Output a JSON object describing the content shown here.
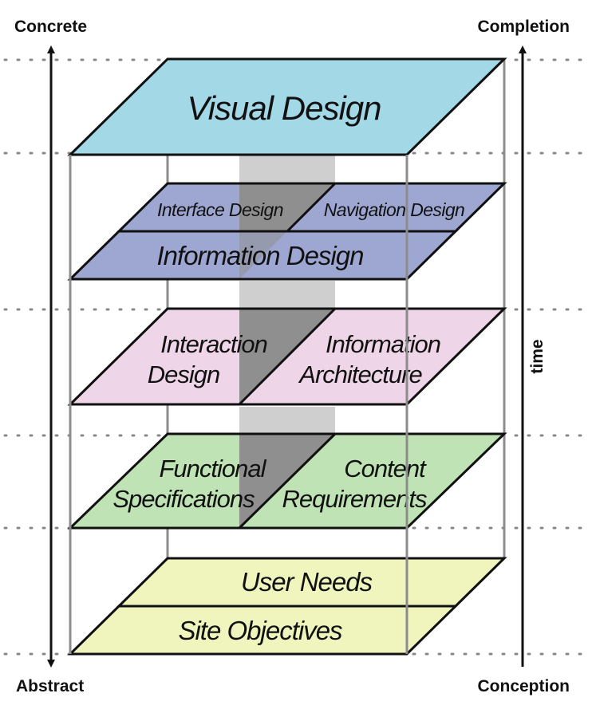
{
  "labels": {
    "top_left": "Concrete",
    "bottom_left": "Abstract",
    "top_right": "Completion",
    "bottom_right": "Conception",
    "time": "time"
  },
  "planes": {
    "surface": {
      "title": "Visual Design",
      "color": "#a3d8e6"
    },
    "skeleton": {
      "color": "#9ea7d2",
      "interface": "Interface Design",
      "navigation": "Navigation Design",
      "information": "Information Design"
    },
    "structure": {
      "color": "#efd5e8",
      "interaction_line1": "Interaction",
      "interaction_line2": "Design",
      "ia_line1": "Information",
      "ia_line2": "Architecture"
    },
    "scope": {
      "color": "#bfe3b4",
      "functional_line1": "Functional",
      "functional_line2": "Specifications",
      "content_line1": "Content",
      "content_line2": "Requirements"
    },
    "strategy": {
      "color": "#eff5bd",
      "user_needs": "User Needs",
      "site_objectives": "Site Objectives"
    }
  }
}
